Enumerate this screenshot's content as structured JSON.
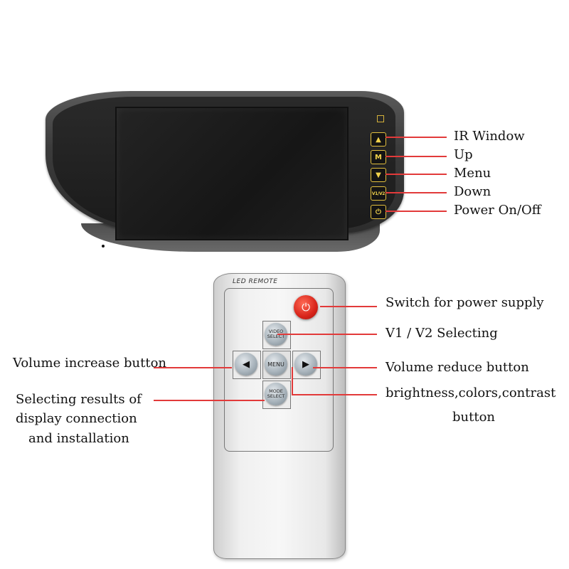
{
  "monitor": {
    "buttons": [
      {
        "glyph": "▲"
      },
      {
        "glyph": "M"
      },
      {
        "glyph": "▼"
      },
      {
        "glyph": "V1/V2"
      },
      {
        "glyph": "⏻"
      }
    ],
    "labels": {
      "ir_window": "IR Window",
      "up": "Up",
      "menu": "Menu",
      "down": "Down",
      "power": "Power On/Off"
    }
  },
  "remote": {
    "title": "LED REMOTE",
    "power_glyph": "⏻",
    "video_select": "VIDEO SELECT",
    "menu": "MENU",
    "mode_select": "MODE SELECT",
    "left_arrow": "◀",
    "right_arrow": "▶",
    "labels": {
      "switch_power": "Switch for power supply",
      "v1v2": "V1 / V2 Selecting",
      "volume_increase": "Volume increase button",
      "volume_reduce": "Volume reduce button",
      "selecting_results_line1": "Selecting results of",
      "selecting_results_line2": "display connection",
      "selecting_results_line3": "and installation",
      "brightness_line1": "brightness,colors,contrast",
      "brightness_line2": "button"
    }
  },
  "colors": {
    "leader_line": "#e23a3a",
    "button_outline": "#e2bf3e",
    "power_button": "#d8241a"
  }
}
